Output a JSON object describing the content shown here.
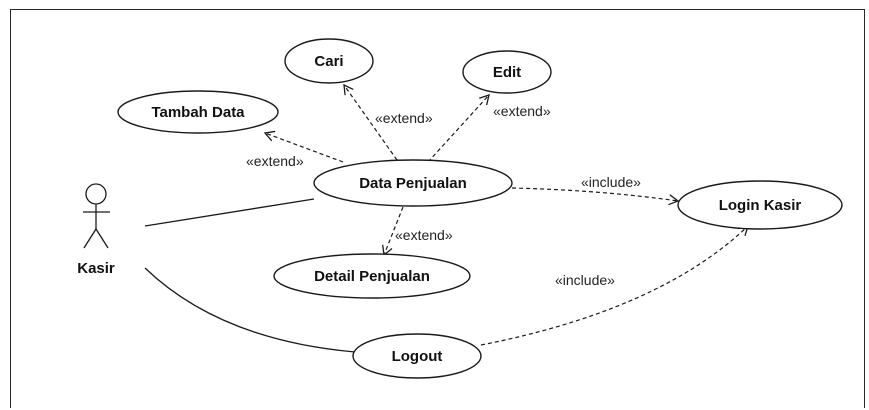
{
  "actor": {
    "name": "Kasir"
  },
  "use_cases": {
    "cari": "Cari",
    "edit": "Edit",
    "tambah_data": "Tambah Data",
    "data_penjualan": "Data Penjualan",
    "login_kasir": "Login Kasir",
    "detail_penjualan": "Detail Penjualan",
    "logout": "Logout"
  },
  "relations": {
    "extend_tambah": "«extend»",
    "extend_cari": "«extend»",
    "extend_edit": "«extend»",
    "extend_detail": "«extend»",
    "include_login": "«include»",
    "include_logout": "«include»"
  },
  "colors": {
    "stroke": "#1a1a1a",
    "text": "#111111"
  }
}
